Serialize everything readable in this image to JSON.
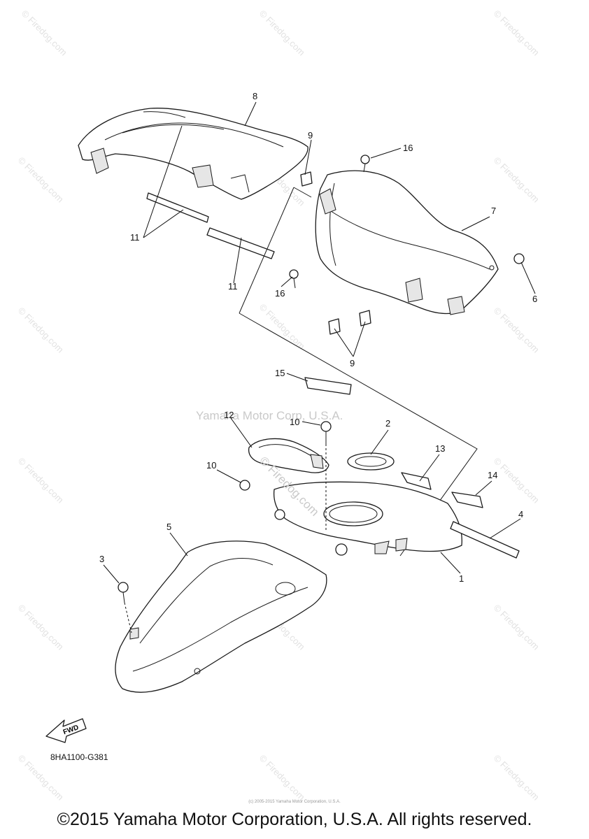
{
  "diagram": {
    "code": "8HA1100-G381",
    "fwd_label": "FWD",
    "center_watermark": "Yamaha Motor Corp, U.S.A.",
    "rotated_watermark": "© Firedog.com",
    "corner_watermark": "© Firedog.com",
    "callouts": [
      "8",
      "9",
      "16",
      "7",
      "11",
      "11",
      "16",
      "6",
      "9",
      "15",
      "12",
      "10",
      "2",
      "13",
      "10",
      "14",
      "4",
      "5",
      "3",
      "1"
    ]
  },
  "footer": {
    "copyright": "©2015 Yamaha Motor Corporation, U.S.A. All rights reserved.",
    "small_note": "(c) 2005-2015 Yamaha Motor Corporation, U.S.A."
  }
}
